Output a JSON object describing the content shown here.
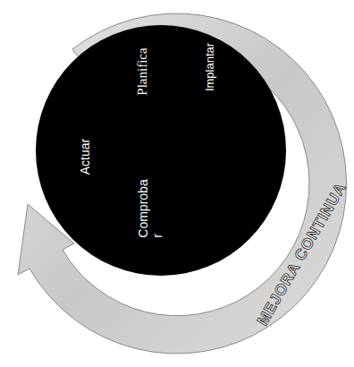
{
  "diagram": {
    "nodes": [
      {
        "text": [
          "Actuar",
          "Planifica",
          "Implantar",
          "Comproba r"
        ]
      }
    ],
    "labels": [
      "MEJORA CONTINUA"
    ]
  }
}
